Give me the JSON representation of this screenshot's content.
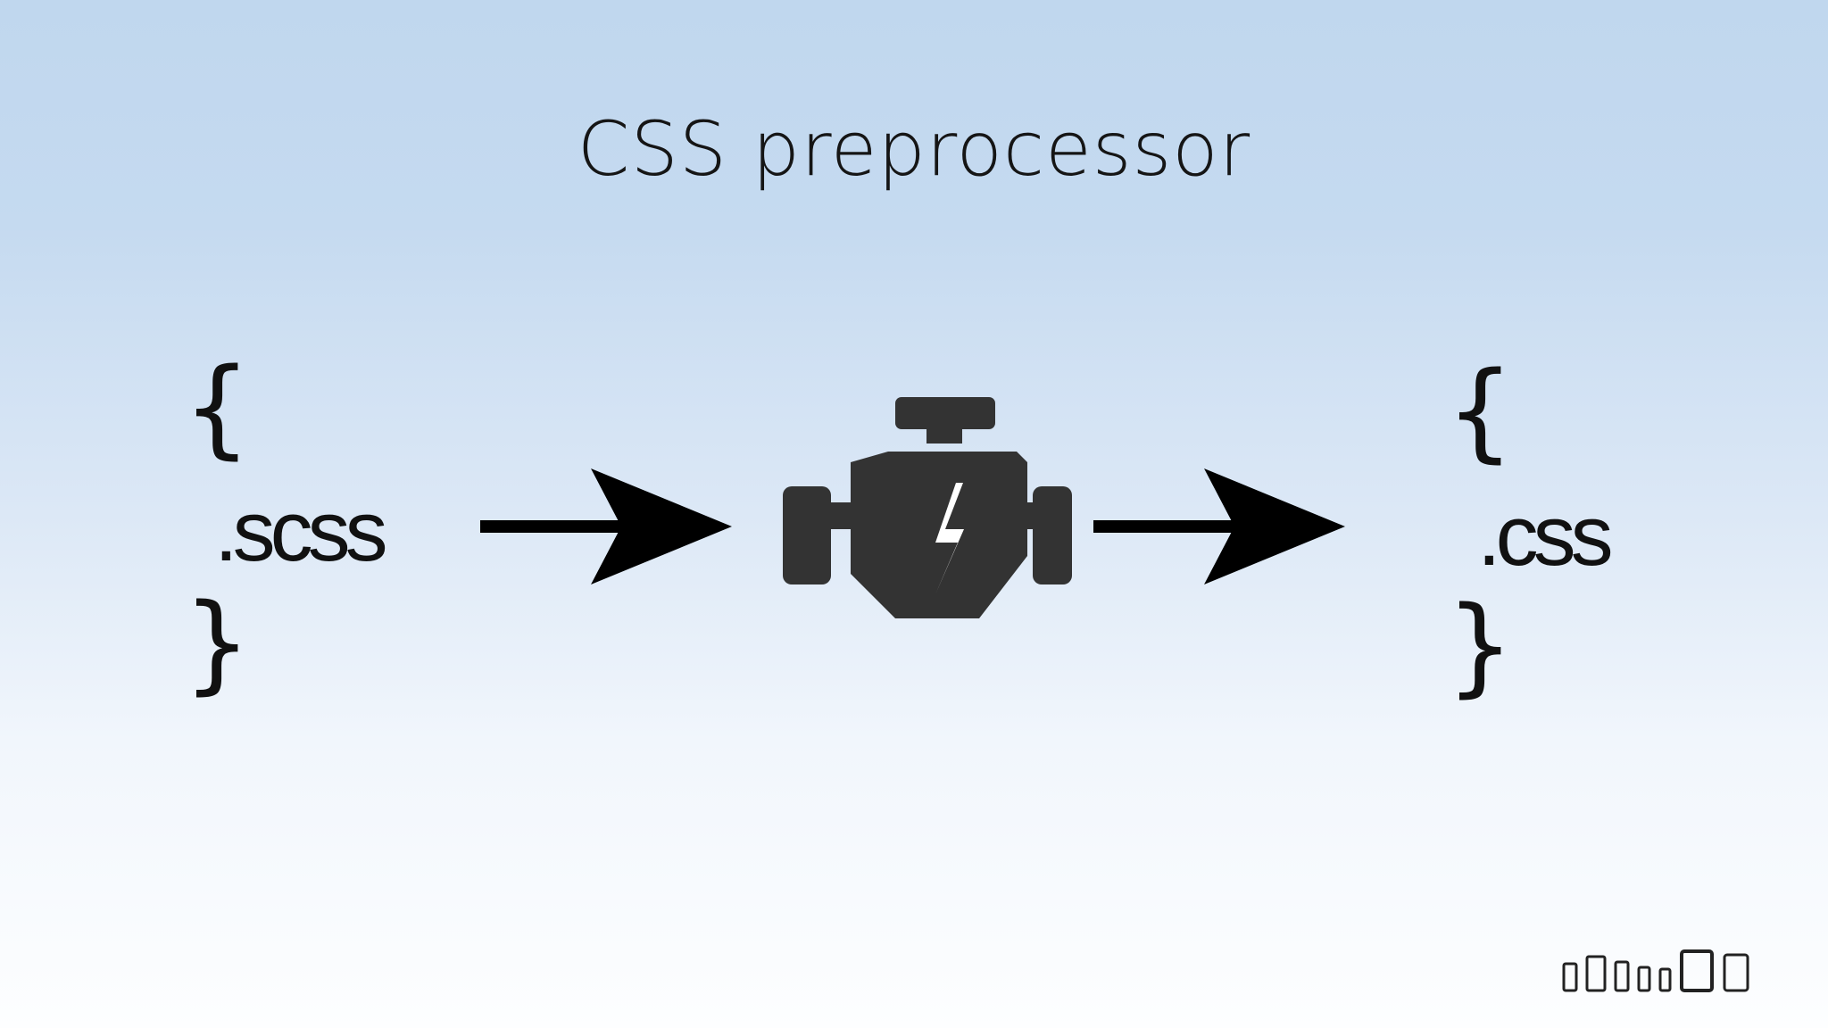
{
  "slide": {
    "title": "CSS preprocessor",
    "input": {
      "open_brace": "{",
      "extension": ".scss",
      "close_brace": "}"
    },
    "output": {
      "open_brace": "{",
      "extension": ".css",
      "close_brace": "}"
    },
    "processor_icon": "engine-lightning-icon",
    "arrow_icon": "right-arrow-icon",
    "footer_icon": "responsive-devices-icon"
  },
  "colors": {
    "text": "#111111",
    "engine": "#333333",
    "background_top": "#c0d7ee",
    "background_bottom": "#fdfeff"
  }
}
